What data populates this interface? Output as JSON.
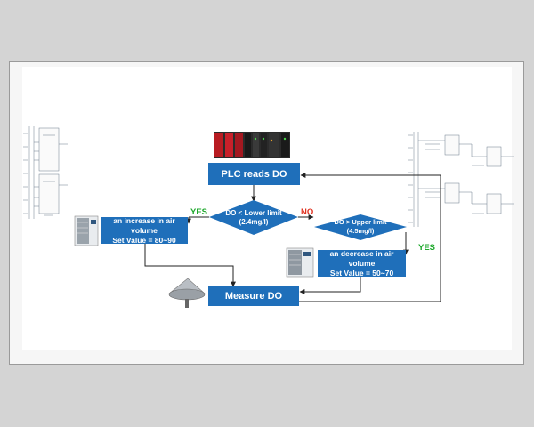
{
  "colors": {
    "box_fill": "#1f6fba",
    "yes": "#1ea82c",
    "no": "#e0301e",
    "line": "#222222"
  },
  "flowchart": {
    "plc_reads": "PLC reads DO",
    "cond_lower": {
      "line1": "DO < Lower limit",
      "line2": "(2.4mg/l)"
    },
    "cond_upper": {
      "line1": "DO > Upper limit",
      "line2": "(4.5mg/l)"
    },
    "increase": {
      "line1": "an increase in air volume",
      "line2": "Set Value = 80~90"
    },
    "decrease": {
      "line1": "an decrease in air volume",
      "line2": "Set Value = 50~70"
    },
    "measure": "Measure DO",
    "yes_left": "YES",
    "no_label": "NO",
    "yes_right": "YES"
  },
  "images": {
    "plc": "plc-controller-image",
    "blower_left": "air-blower-image",
    "blower_right": "air-blower-image",
    "sensor": "do-sensor-image",
    "ladder_left": "plc-ladder-diagram-left",
    "ladder_right": "plc-ladder-diagram-right"
  }
}
